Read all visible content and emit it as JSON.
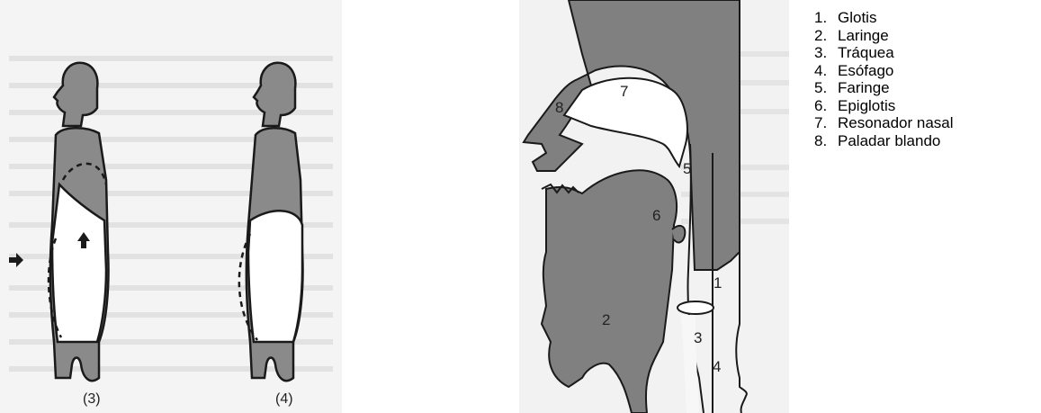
{
  "captions": {
    "fig3": "(3)",
    "fig4": "(4)"
  },
  "diagram_labels": [
    {
      "id": "1",
      "text": "1"
    },
    {
      "id": "2",
      "text": "2"
    },
    {
      "id": "3",
      "text": "3"
    },
    {
      "id": "4",
      "text": "4"
    },
    {
      "id": "5",
      "text": "5"
    },
    {
      "id": "6",
      "text": "6"
    },
    {
      "id": "7",
      "text": "7"
    },
    {
      "id": "8",
      "text": "8"
    }
  ],
  "legend": [
    {
      "num": "1.",
      "text": "Glotis"
    },
    {
      "num": "2.",
      "text": "Laringe"
    },
    {
      "num": "3.",
      "text": "Tráquea"
    },
    {
      "num": "4.",
      "text": "Esófago"
    },
    {
      "num": "5.",
      "text": "Faringe"
    },
    {
      "num": "6.",
      "text": "Epiglotis"
    },
    {
      "num": "7.",
      "text": "Resonador nasal"
    },
    {
      "num": "8.",
      "text": "Paladar blando"
    }
  ],
  "colors": {
    "tissue": "#808080",
    "outline": "#1a1a1a",
    "paper": "#f2f2f2"
  }
}
